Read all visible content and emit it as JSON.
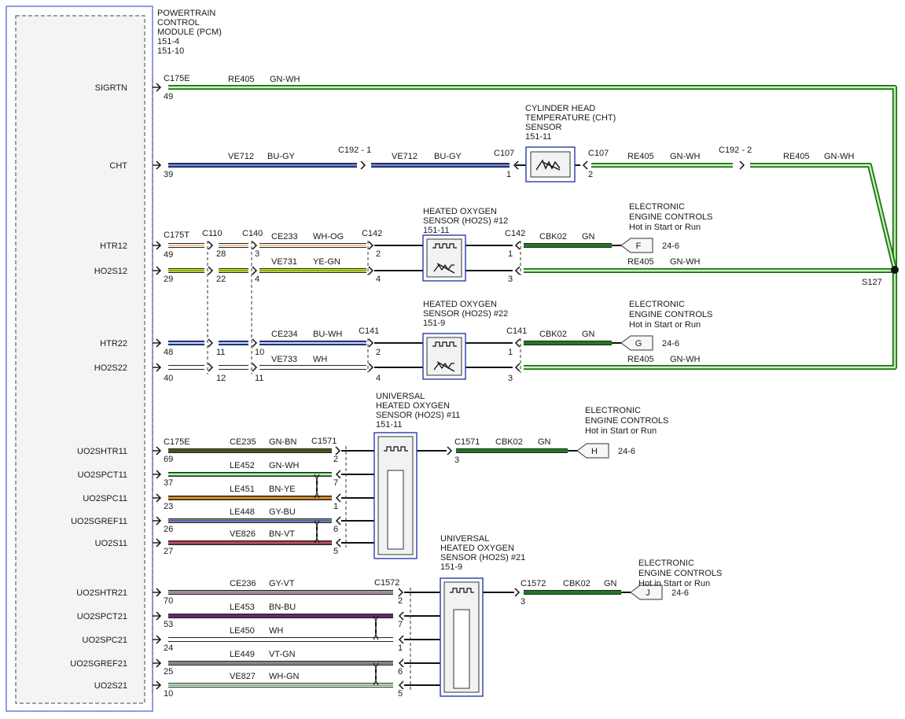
{
  "pcm": {
    "title": [
      "POWERTRAIN",
      "CONTROL",
      "MODULE (PCM)",
      "151-4",
      "151-10"
    ],
    "pins": [
      "SIGRTN",
      "CHT",
      "HTR12",
      "HO2S12",
      "HTR22",
      "HO2S22",
      "UO2SHTR11",
      "UO2SPCT11",
      "UO2SPC11",
      "UO2SGREF11",
      "UO2S11",
      "UO2SHTR21",
      "UO2SPCT21",
      "UO2SPC21",
      "UO2SGREF21",
      "UO2S21"
    ]
  },
  "wires": [
    {
      "id": "sigrtn",
      "pin_number": "49",
      "connector": "C175E",
      "circuit": "RE405",
      "color_code": "GN-WH",
      "colors": [
        "#2e7d1f",
        "#ffffff"
      ]
    },
    {
      "id": "cht",
      "pin_number": "39",
      "circuit": "VE712",
      "color_code": "BU-GY",
      "colors": [
        "#1f3fd6",
        "#a0a0a0"
      ]
    },
    {
      "id": "htr12",
      "pin_number": "49",
      "connector": "C175T",
      "circuit": "CE233",
      "color_code": "WH-OG",
      "colors": [
        "#ffffff",
        "#f0b070"
      ]
    },
    {
      "id": "ho2s12",
      "pin_number": "29",
      "circuit": "VE731",
      "color_code": "YE-GN",
      "colors": [
        "#dde51a",
        "#5aa832"
      ]
    },
    {
      "id": "htr22",
      "pin_number": "48",
      "circuit": "CE234",
      "color_code": "BU-WH",
      "colors": [
        "#1f3fd6",
        "#ffffff"
      ]
    },
    {
      "id": "ho2s22",
      "pin_number": "40",
      "circuit": "VE733",
      "color_code": "WH",
      "colors": [
        "#ffffff"
      ]
    },
    {
      "id": "uo2shtr11",
      "pin_number": "69",
      "connector": "C175E",
      "circuit": "CE235",
      "color_code": "GN-BN",
      "colors": [
        "#2f6a1f",
        "#6b3a1a"
      ]
    },
    {
      "id": "uo2spct11",
      "pin_number": "37",
      "circuit": "LE452",
      "color_code": "GN-WH",
      "colors": [
        "#2e9e2e",
        "#ffffff"
      ]
    },
    {
      "id": "uo2spc11",
      "pin_number": "23",
      "circuit": "LE451",
      "color_code": "BN-YE",
      "colors": [
        "#8b4a1a",
        "#e8c030"
      ]
    },
    {
      "id": "uo2sgref11",
      "pin_number": "26",
      "circuit": "LE448",
      "color_code": "GY-BU",
      "colors": [
        "#8f8f8f",
        "#3a5ad0"
      ]
    },
    {
      "id": "uo2s11",
      "pin_number": "27",
      "circuit": "VE826",
      "color_code": "BN-VT",
      "colors": [
        "#8b3a2a",
        "#c0508a"
      ]
    },
    {
      "id": "uo2shtr21",
      "pin_number": "70",
      "circuit": "CE236",
      "color_code": "GY-VT",
      "colors": [
        "#9a9a9a",
        "#b07ab0"
      ]
    },
    {
      "id": "uo2spct21",
      "pin_number": "53",
      "circuit": "LE453",
      "color_code": "BN-BU",
      "colors": [
        "#7a1f5a",
        "#3a3aa0"
      ]
    },
    {
      "id": "uo2spc21",
      "pin_number": "24",
      "circuit": "LE450",
      "color_code": "WH",
      "colors": [
        "#ffffff"
      ]
    },
    {
      "id": "uo2sgref21",
      "pin_number": "25",
      "circuit": "LE449",
      "color_code": "VT-GN",
      "colors": [
        "#b07ab8",
        "#4a9a4a"
      ]
    },
    {
      "id": "uo2s21",
      "pin_number": "10",
      "circuit": "VE827",
      "color_code": "WH-GN",
      "colors": [
        "#ffffff",
        "#4aa04a"
      ]
    }
  ],
  "connector_labels": {
    "c110": "C110",
    "c140": "C140",
    "c142": "C142",
    "c141": "C141",
    "c1571": "C1571",
    "c1572": "C1572",
    "c192_1": "C192 - 1",
    "c107": "C107",
    "c192_2": "C192 - 2"
  },
  "pin_numbers": {
    "htr12": [
      "28",
      "3",
      "2",
      "1"
    ],
    "ho2s12": [
      "22",
      "4",
      "4",
      "3"
    ],
    "htr22": [
      "11",
      "10",
      "2",
      "1"
    ],
    "ho2s22": [
      "12",
      "11",
      "4",
      "3"
    ],
    "cht": [
      "1",
      "2"
    ],
    "uo2_11": [
      "2",
      "7",
      "1",
      "6",
      "5",
      "3"
    ],
    "uo2_21": [
      "2",
      "7",
      "1",
      "6",
      "5",
      "3"
    ]
  },
  "components": {
    "cht_sensor": {
      "title": [
        "CYLINDER HEAD",
        "TEMPERATURE (CHT)",
        "SENSOR",
        "151-11"
      ]
    },
    "ho2s12": {
      "title": [
        "HEATED OXYGEN",
        "SENSOR (HO2S) #12",
        "151-11"
      ]
    },
    "ho2s22": {
      "title": [
        "HEATED OXYGEN",
        "SENSOR (HO2S) #22",
        "151-9"
      ]
    },
    "uho2s11": {
      "title": [
        "UNIVERSAL",
        "HEATED OXYGEN",
        "SENSOR (HO2S) #11",
        "151-11"
      ]
    },
    "uho2s21": {
      "title": [
        "UNIVERSAL",
        "HEATED OXYGEN",
        "SENSOR (HO2S) #21",
        "151-9"
      ]
    }
  },
  "downstream_wires": [
    {
      "id": "cht_out",
      "circuit": "RE405",
      "color_code": "GN-WH"
    },
    {
      "id": "cht_out2",
      "circuit": "RE405",
      "color_code": "GN-WH"
    },
    {
      "id": "htr12_out",
      "circuit": "CBK02",
      "color_code": "GN"
    },
    {
      "id": "ho2s12_out",
      "circuit": "RE405",
      "color_code": "GN-WH"
    },
    {
      "id": "htr22_out",
      "circuit": "CBK02",
      "color_code": "GN"
    },
    {
      "id": "ho2s22_out",
      "circuit": "RE405",
      "color_code": "GN-WH"
    },
    {
      "id": "uo2_11_out",
      "circuit": "CBK02",
      "color_code": "GN"
    },
    {
      "id": "uo2_21_out",
      "circuit": "CBK02",
      "color_code": "GN"
    }
  ],
  "engine_controls": [
    {
      "letter": "F",
      "lines": [
        "ELECTRONIC",
        "ENGINE CONTROLS",
        "Hot in Start or Run"
      ],
      "ref": "24-6"
    },
    {
      "letter": "G",
      "lines": [
        "ELECTRONIC",
        "ENGINE CONTROLS",
        "Hot in Start or Run"
      ],
      "ref": "24-6"
    },
    {
      "letter": "H",
      "lines": [
        "ELECTRONIC",
        "ENGINE CONTROLS",
        "Hot in Start or Run"
      ],
      "ref": "24-6"
    },
    {
      "letter": "J",
      "lines": [
        "ELECTRONIC",
        "ENGINE CONTROLS",
        "Hot in Start or Run"
      ],
      "ref": "24-6"
    }
  ],
  "splice": {
    "label": "S127"
  }
}
